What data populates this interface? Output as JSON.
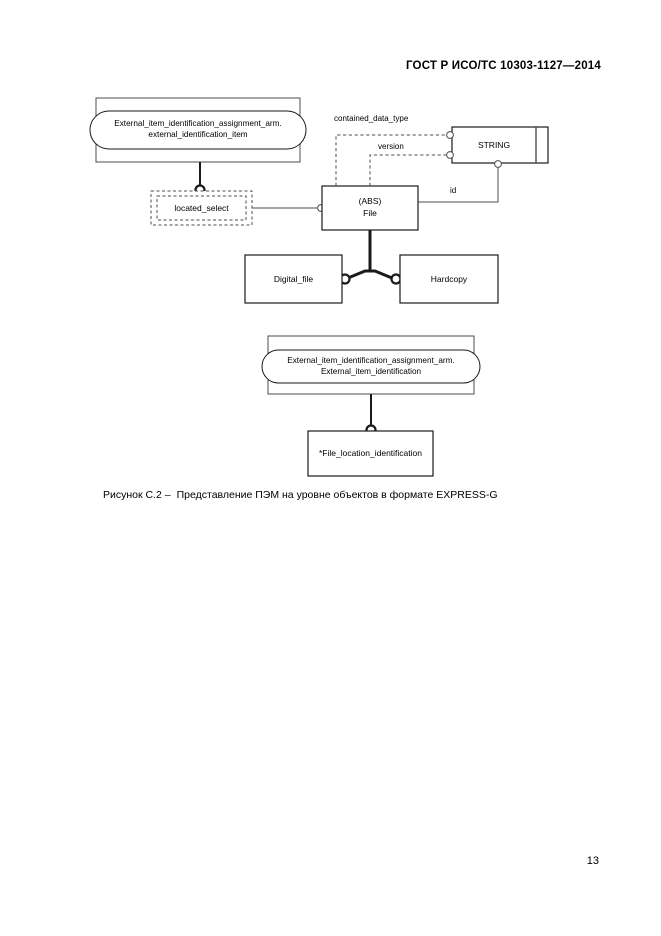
{
  "document": {
    "header": "ГОСТ Р ИСО/ТС 10303-1127—2014",
    "page_number": "13"
  },
  "figure": {
    "caption_number": "Рисунок C.2 –",
    "caption_text": "Представление ПЭМ на уровне объектов в формате EXPRESS-G",
    "type": "EXPRESS-G entity-level diagram"
  },
  "diagram": {
    "schema_frames": [
      {
        "id": "schema-frame-top",
        "line1": "External_item_identification_assignment_arm.",
        "line2": "external_identification_item"
      },
      {
        "id": "schema-frame-bottom",
        "line1": "External_item_identification_assignment_arm.",
        "line2": "External_item_identification"
      }
    ],
    "entities": [
      {
        "id": "located-select",
        "label": "located_select",
        "style": "dashed"
      },
      {
        "id": "file",
        "label_line1": "(ABS)",
        "label_line2": "File",
        "style": "solid"
      },
      {
        "id": "string",
        "label": "STRING",
        "style": "simple-type"
      },
      {
        "id": "digital-file",
        "label": "Digital_file",
        "style": "solid"
      },
      {
        "id": "hardcopy",
        "label": "Hardcopy",
        "style": "solid"
      },
      {
        "id": "file-location-identification",
        "label": "*File_location_identification",
        "style": "solid"
      }
    ],
    "attribute_labels": [
      {
        "id": "contained-data-type",
        "label": "contained_data_type"
      },
      {
        "id": "version",
        "label": "version"
      },
      {
        "id": "id",
        "label": "id"
      }
    ],
    "colors": {
      "stroke": "#1a1a1a",
      "frame_stroke": "#555555",
      "background": "#ffffff",
      "text": "#000000"
    }
  }
}
